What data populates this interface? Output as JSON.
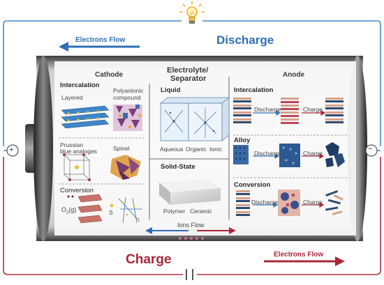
{
  "top": {
    "electrons_flow": "Electrons Flow",
    "discharge": "Discharge"
  },
  "bottom": {
    "charge": "Charge",
    "electrons_flow": "Electrons Flow"
  },
  "terminals": {
    "positive": "+",
    "negative": "−"
  },
  "cathode": {
    "title": "Cathode",
    "intercalation": "Intercalation",
    "layered": "Layered",
    "polyanionic": [
      "Polyanionic",
      "compound"
    ],
    "prussian": [
      "Prussian",
      "blue analoges"
    ],
    "spinel": "Spinel",
    "conversion": "Conversion",
    "o2_main": "O",
    "o2_sub": "2",
    "o2_tail": "(g)",
    "s": "S"
  },
  "electrolyte": {
    "title": [
      "Electrolyte/",
      "Separator"
    ],
    "liquid": "Liquid",
    "aqueous": "Aqueous",
    "organic": "Organic",
    "ionic": "Ionic",
    "solid_state": "Solid-State",
    "polymer": "Polymer",
    "ceramic": "Ceramic"
  },
  "anode": {
    "title": "Anode",
    "intercalation": "Intercalation",
    "alloy": "Alloy",
    "conversion": "Conversion",
    "discharge": "Discharge",
    "charge": "Charge"
  },
  "ions_flow": "Ions Flow",
  "colors": {
    "blue": "#2e6eb5",
    "red": "#a8283a",
    "wire_blue": "#4a86c5",
    "wire_red": "#b0303e"
  }
}
